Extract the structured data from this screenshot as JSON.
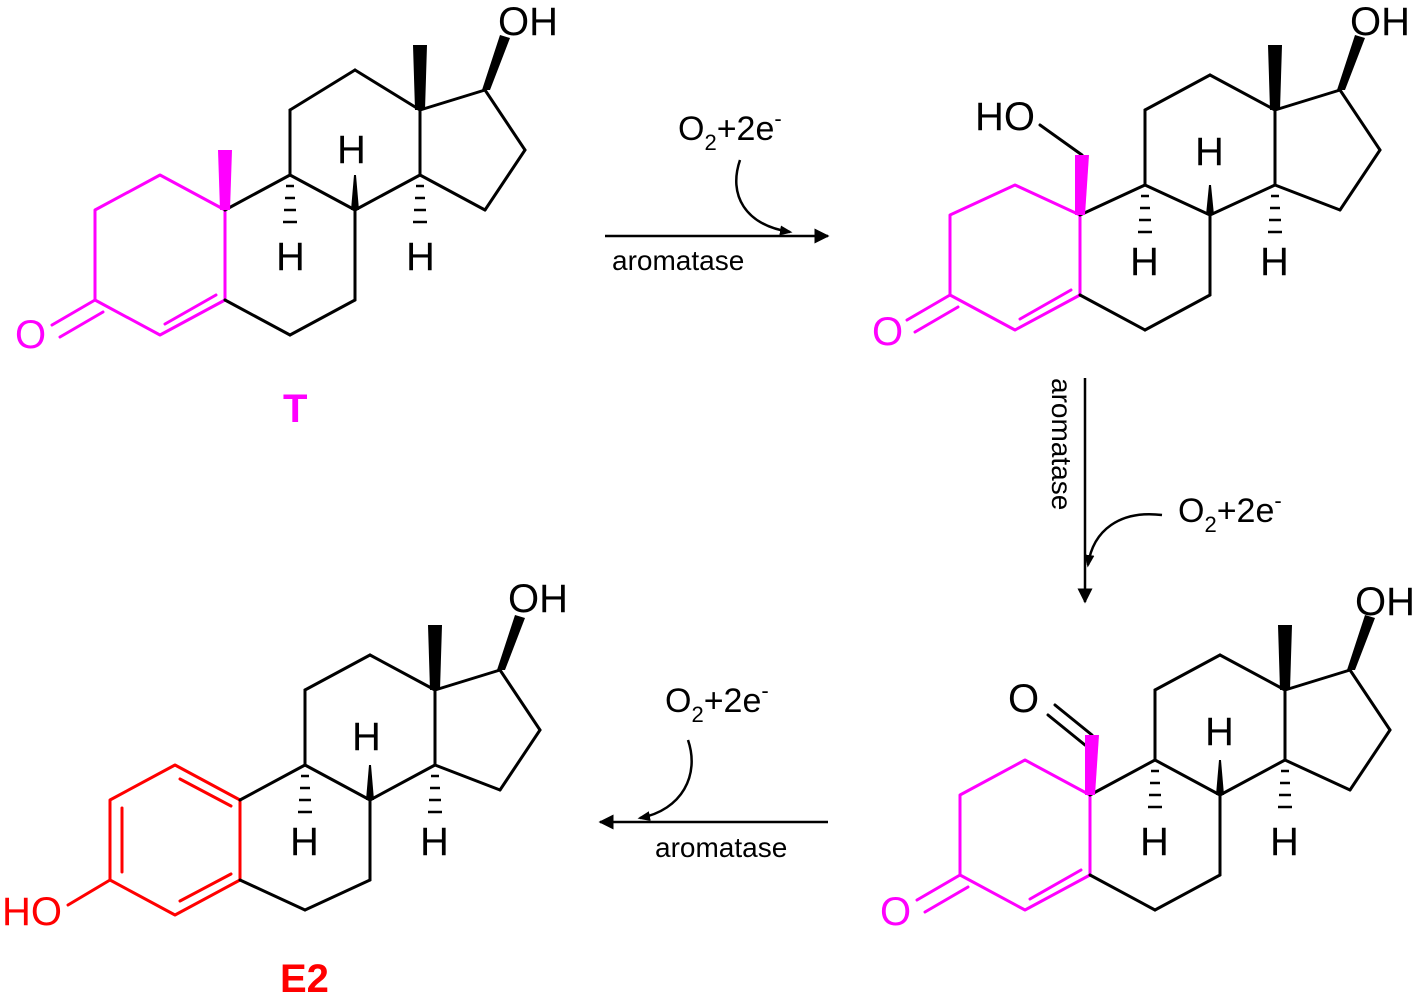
{
  "colors": {
    "bond": "#000000",
    "ring_a": "#ff00ff",
    "aromatic": "#ff0000"
  },
  "compounds": {
    "testosterone": {
      "name": "T",
      "atoms": {
        "o3": "O",
        "oh17": "OH",
        "h9": "H",
        "h8": "H",
        "h14": "H"
      }
    },
    "hydroxy": {
      "atoms": {
        "o3": "O",
        "oh17": "OH",
        "ho19": "HO",
        "h9": "H",
        "h8": "H",
        "h14": "H"
      }
    },
    "aldehyde": {
      "atoms": {
        "o3": "O",
        "oh17": "OH",
        "o19": "O",
        "h9": "H",
        "h8": "H",
        "h14": "H"
      }
    },
    "estradiol": {
      "name": "E2",
      "atoms": {
        "ho3": "HO",
        "oh17": "OH",
        "h9": "H",
        "h8": "H",
        "h14": "H"
      }
    }
  },
  "steps": [
    {
      "reagent_main": "O",
      "reagent_sub": "2",
      "reagent_rest": "+2e",
      "reagent_sup": "-",
      "enzyme": "aromatase"
    },
    {
      "reagent_main": "O",
      "reagent_sub": "2",
      "reagent_rest": "+2e",
      "reagent_sup": "-",
      "enzyme": "aromatase"
    },
    {
      "reagent_main": "O",
      "reagent_sub": "2",
      "reagent_rest": "+2e",
      "reagent_sup": "-",
      "enzyme": "aromatase"
    }
  ]
}
